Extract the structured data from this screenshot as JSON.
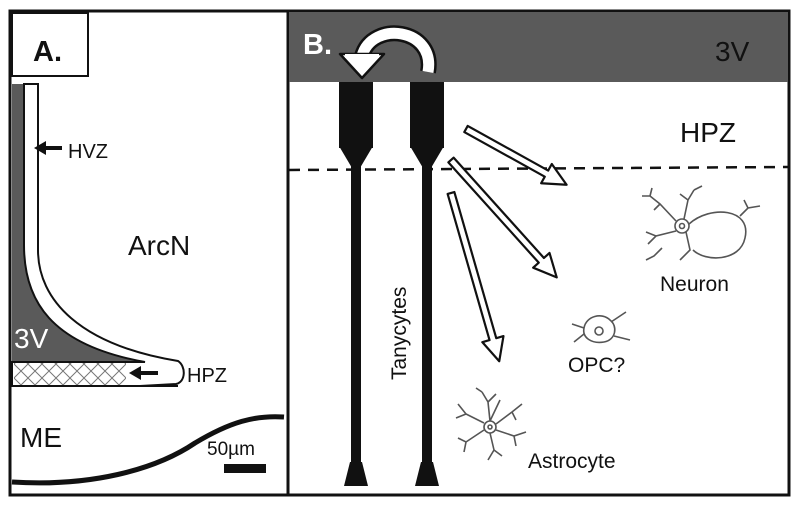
{
  "panel_a": {
    "label": "A.",
    "hvz": "HVZ",
    "arcn": "ArcN",
    "third_ventricle": "3V",
    "hpz": "HPZ",
    "me": "ME",
    "scale_bar": "50µm"
  },
  "panel_b": {
    "label": "B.",
    "third_ventricle": "3V",
    "hpz": "HPZ",
    "tanycytes": "Tanycytes",
    "neuron": "Neuron",
    "opc": "OPC?",
    "astrocyte": "Astrocyte"
  },
  "colors": {
    "ventricle_fill": "#5a5a5a",
    "line": "#000000",
    "background": "#ffffff"
  }
}
